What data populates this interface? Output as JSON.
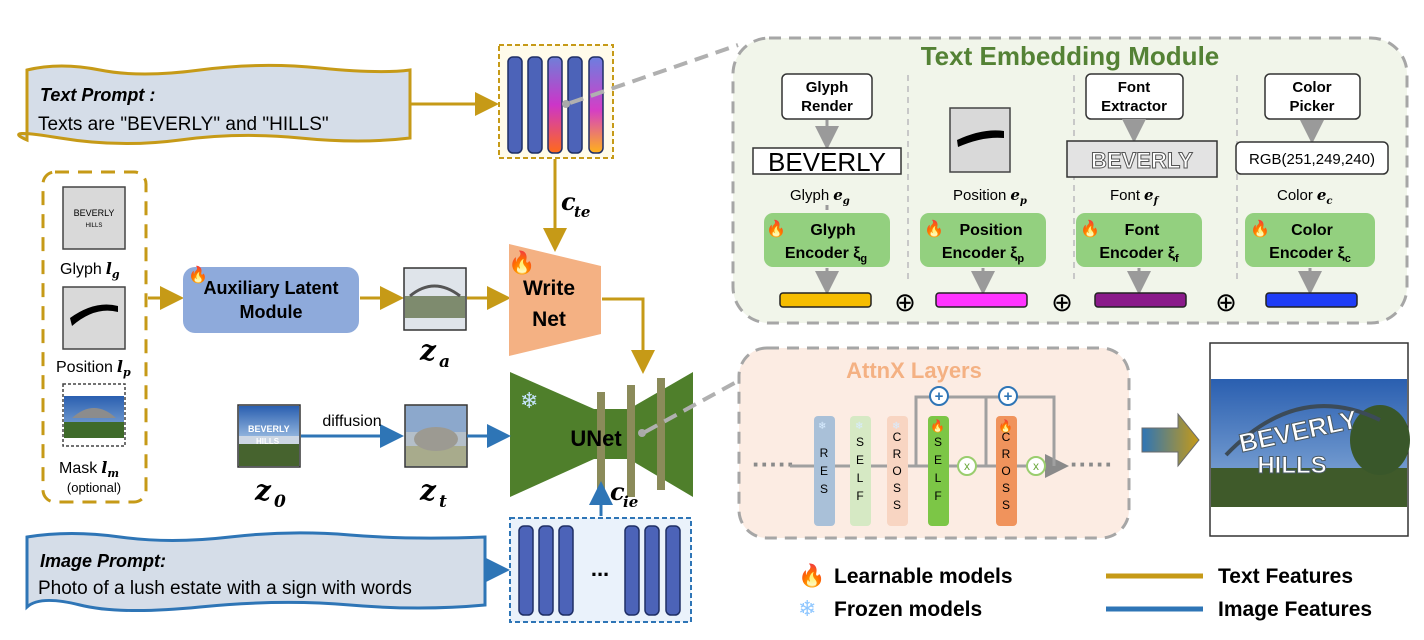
{
  "text_prompt": {
    "title": "Text Prompt :",
    "body": "Texts are \"BEVERLY\" and \"HILLS\""
  },
  "image_prompt": {
    "title": "Image Prompt:",
    "body": "Photo of a lush estate with a sign with words"
  },
  "inputs": {
    "glyph_image_text": [
      "BEVERLY",
      "HILLS"
    ],
    "glyph_label": "Glyph",
    "glyph_sym": "l",
    "glyph_sub": "g",
    "position_label": "Position",
    "position_sym": "l",
    "position_sub": "p",
    "mask_label": "Mask",
    "mask_sym": "l",
    "mask_sub": "m",
    "mask_note": "(optional)"
  },
  "aux_module": {
    "line1": "Auxiliary Latent",
    "line2": "Module"
  },
  "latents": {
    "za_sym": "z",
    "za_sub": "a",
    "z0_sym": "z",
    "z0_sub": "0",
    "zt_sym": "z",
    "zt_sub": "t",
    "diffusion_label": "diffusion"
  },
  "conditions": {
    "cte_sym": "c",
    "cte_sub": "te",
    "cie_sym": "c",
    "cie_sub": "ie"
  },
  "writenet": {
    "line1": "Write",
    "line2": "Net"
  },
  "unet": {
    "label": "UNet"
  },
  "image_feature_ellipsis": "...",
  "tem": {
    "title": "Text Embedding Module",
    "glyph_box": [
      "Glyph",
      "Render"
    ],
    "font_box": [
      "Font",
      "Extractor"
    ],
    "color_box": [
      "Color",
      "Picker"
    ],
    "glyph_sample": "BEVERLY",
    "font_sample": "BEVERLY",
    "rgb_value": "RGB(251,249,240)",
    "glyph_emb": {
      "name": "Glyph",
      "sym": "e",
      "sub": "g"
    },
    "position_emb": {
      "name": "Position",
      "sym": "e",
      "sub": "p"
    },
    "font_emb": {
      "name": "Font",
      "sym": "e",
      "sub": "f"
    },
    "color_emb": {
      "name": "Color",
      "sym": "e",
      "sub": "c"
    },
    "encoders": [
      {
        "line1": "Glyph",
        "line2": "Encoder ξ",
        "sub": "g"
      },
      {
        "line1": "Position",
        "line2": "Encoder ξ",
        "sub": "p"
      },
      {
        "line1": "Font",
        "line2": "Encoder ξ",
        "sub": "f"
      },
      {
        "line1": "Color",
        "line2": "Encoder ξ",
        "sub": "c"
      }
    ],
    "embed_colors": [
      "#f6bd00",
      "#ff34ff",
      "#8a1a8a",
      "#1f3df7"
    ],
    "oplus": "⊕"
  },
  "attnx": {
    "title": "AttnX Layers",
    "ellipsis": "·····",
    "layers": [
      {
        "letters": [
          "R",
          "E",
          "S"
        ],
        "color": "#a9c0d8"
      },
      {
        "letters": [
          "S",
          "E",
          "L",
          "F"
        ],
        "color": "#d6e9c4"
      },
      {
        "letters": [
          "C",
          "R",
          "O",
          "S",
          "S"
        ],
        "color": "#f8d5c2"
      },
      {
        "letters": [
          "S",
          "E",
          "L",
          "F"
        ],
        "color": "#7cc646"
      },
      {
        "letters": [
          "C",
          "R",
          "O",
          "S",
          "S"
        ],
        "color": "#f0935c"
      }
    ],
    "plus": "+",
    "times": "x"
  },
  "output": {
    "line1": "BEVERLY",
    "line2": "HILLS"
  },
  "legend": {
    "learnable": "Learnable models",
    "frozen": "Frozen models",
    "text_features": "Text Features",
    "image_features": "Image Features",
    "text_color": "#c69a17",
    "image_color": "#2e75b6"
  }
}
